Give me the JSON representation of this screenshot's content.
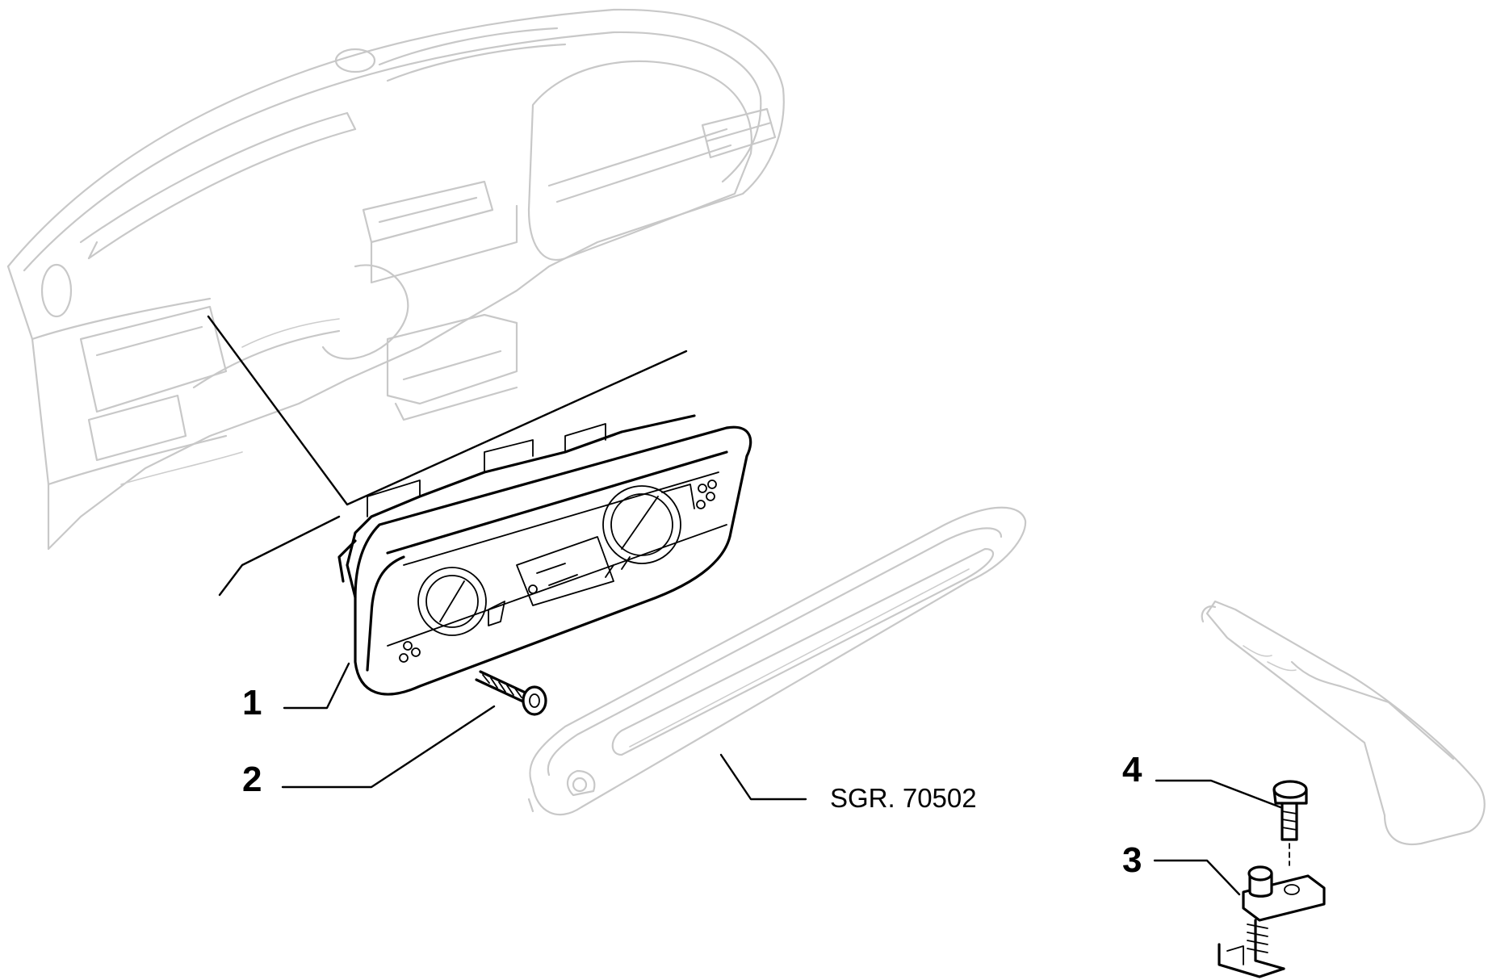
{
  "callouts": [
    {
      "id": "1",
      "label": "1"
    },
    {
      "id": "2",
      "label": "2"
    },
    {
      "id": "3",
      "label": "3"
    },
    {
      "id": "4",
      "label": "4"
    }
  ],
  "reference": {
    "text": "SGR. 70502"
  }
}
